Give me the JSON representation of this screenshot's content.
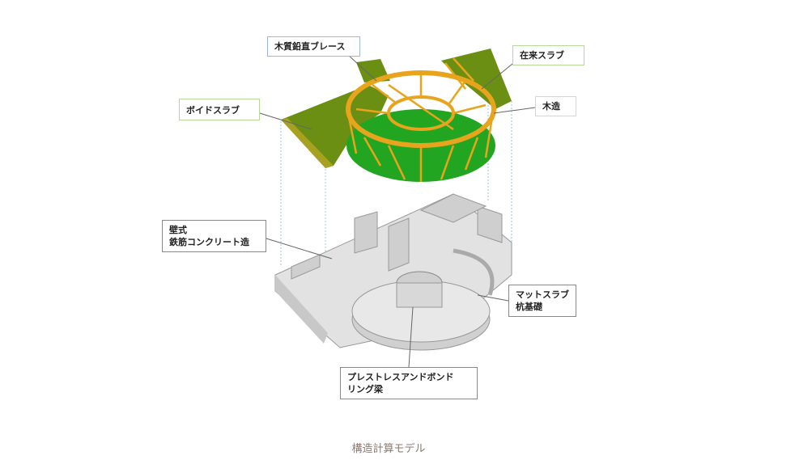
{
  "labels": {
    "wood_brace": "木質鉛直ブレース",
    "conventional_slab": "在来スラブ",
    "void_slab": "ボイドスラブ",
    "wood_structure": "木造",
    "wall_rc_line1": "壁式",
    "wall_rc_line2": "鉄筋コンクリート造",
    "mat_slab_line1": "マットスラブ",
    "mat_slab_line2": "杭基礎",
    "ring_beam_line1": "プレストレスアンドボンド",
    "ring_beam_line2": "リング梁"
  },
  "caption": "構造計算モデル",
  "colors": {
    "slab_green": "#5c8a10",
    "green_ring": "#22a622",
    "timber": "#e8a41c",
    "concrete": "#d4d4d4"
  }
}
